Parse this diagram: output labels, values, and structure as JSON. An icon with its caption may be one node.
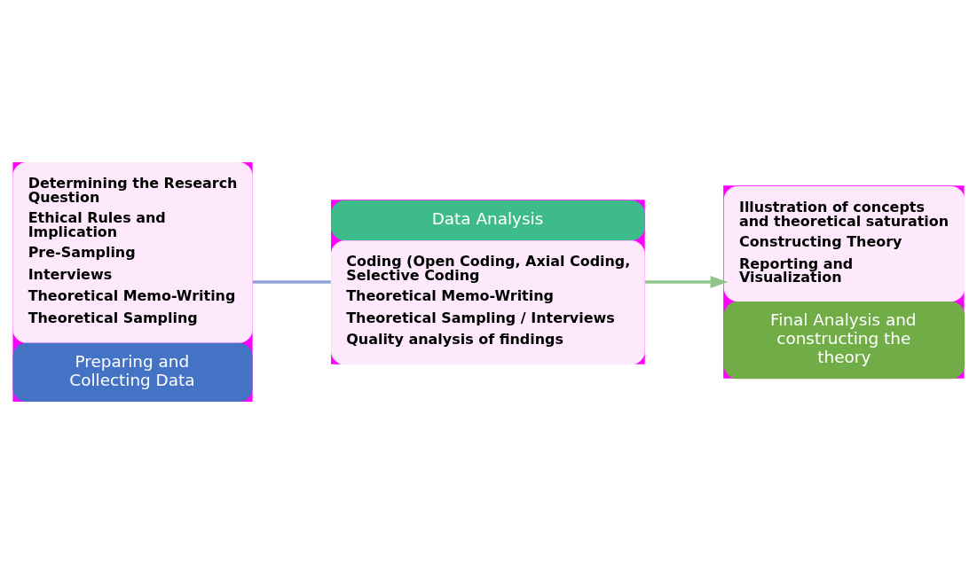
{
  "diagram": {
    "nodes": [
      {
        "text": [
          "Determining the Research Question",
          "Ethical Rules and Implication",
          "Pre-Sampling",
          "Interviews",
          "Theoretical Memo-Writing",
          "Theoretical Sampling",
          "Preparing and Collecting Data"
        ]
      },
      {
        "text": [
          "Data Analysis",
          "Coding (Open Coding, Axial Coding, Selective Coding",
          "Theoretical Memo-Writing",
          "Theoretical Sampling / Interviews",
          "Quality analysis of findings"
        ]
      },
      {
        "text": [
          "Illustration of concepts and theoretical saturation",
          "Constructing Theory",
          "Reporting and Visualization",
          "Final Analysis and constructing the theory"
        ]
      }
    ],
    "edges": [
      {
        "from": 0,
        "to": 1,
        "arrow": "none",
        "color": "#8fa3d6"
      },
      {
        "from": 1,
        "to": 2,
        "arrow": "to",
        "color": "#8fc48a"
      }
    ]
  }
}
